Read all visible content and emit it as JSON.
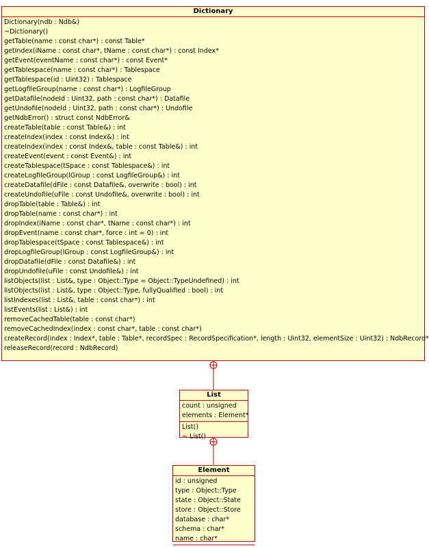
{
  "classes": {
    "dictionary": {
      "name": "Dictionary",
      "attributes": [],
      "methods": [
        "Dictionary(ndb : Ndb&)",
        "~Dictionary()",
        "getTable(name : const char*) : const Table*",
        "getIndex(iName : const char*, tName : const char*) : const Index*",
        "getEvent(eventName : const char*) : const Event*",
        "getTablespace(name : const char*) : Tablespace",
        "getTablespace(id : Uint32) : Tablespace",
        "getLogfileGroup(name : const char*) : LogfileGroup",
        "getDatafile(nodeId : Uint32, path : const char*) : Datafile",
        "getUndofile(nodeId : Uint32, path : const char*) : Undofile",
        "getNdbError() : struct const NdbError&",
        "createTable(table : const Table&) : int",
        "createIndex(index : const Index&) : int",
        "createIndex(index : const Index&, table : const Table&) : int",
        "createEvent(event : const Event&) : int",
        "createTablespace(tSpace : const Tablespace&) : int",
        "createLogfileGroup(lGroup : const LogfileGroup&) : int",
        "createDatafile(dFile : const Datafile&, overwrite : bool) : int",
        "createUndofile(uFile : const Undofile&, overwrite : bool) : int",
        "dropTable(table : Table&) : int",
        "dropTable(name : const char*) : int",
        "dropIndex(iName : const char*, tName : const char*) : int",
        "dropEvent(name : const char*, force : int = 0) : int",
        "dropTablespace(tSpace : const Tablespace&) : int",
        "dropLogfileGroup(lGroup : const LogfileGroup&) : int",
        "dropDatafile(dFile : const Datafile&) : int",
        "dropUndofile(uFile : const Undofile&) : int",
        "listObjects(list : List&, type : Object::Type = Object::TypeUndefined) : int",
        "listObjects(list : List&, type : Object::Type, fullyQualified : bool) : int",
        "listIndexes(list : List&, table : const char*) : int",
        "listEvents(list : List&) : int",
        "removeCachedTable(table : const char*)",
        "removeCachedIndex(index : const char*, table : const char*)",
        "createRecord(index : Index*, table : Table*, recordSpec : RecordSpecification*, length : Uint32, elementSize : Uint32) : NdbRecord*",
        "releaseRecord(record : NdbRecord)"
      ]
    },
    "list": {
      "name": "List",
      "attributes": [
        "count : unsigned",
        "elements : Element*"
      ],
      "methods": [
        "List()",
        "~ List()"
      ]
    },
    "element": {
      "name": "Element",
      "attributes": [
        "id : unsigned",
        "type : Object::Type",
        "state : Object::State",
        "store : Object::Store",
        "database : char*",
        "schema : char*",
        "name : char*"
      ],
      "methods": []
    }
  },
  "relations": [
    {
      "type": "nesting",
      "container": "Dictionary",
      "nested": "List"
    },
    {
      "type": "nesting",
      "container": "List",
      "nested": "Element"
    }
  ],
  "colors": {
    "fill": "#ffffcc",
    "stroke": "#c00000"
  }
}
